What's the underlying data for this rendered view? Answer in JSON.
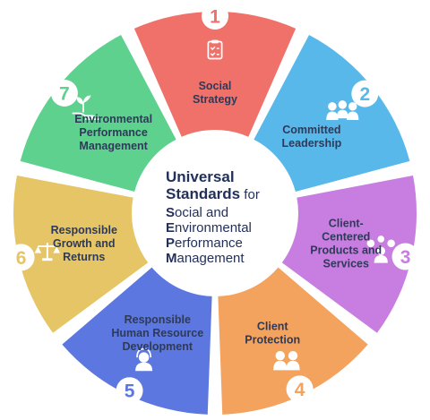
{
  "center": {
    "title_line1": "Universal",
    "title_line2": "Standards",
    "title_line2_suffix": " for",
    "sub_lines": [
      {
        "initial": "S",
        "rest": "ocial and"
      },
      {
        "initial": "E",
        "rest": "nvironmental"
      },
      {
        "initial": "P",
        "rest": "erformance"
      },
      {
        "initial": "M",
        "rest": "anagement"
      }
    ]
  },
  "segments": [
    {
      "number": "1",
      "lines": [
        "Social",
        "Strategy"
      ],
      "color": "#f0706a",
      "icon": "clipboard-checklist-icon"
    },
    {
      "number": "2",
      "lines": [
        "Committed",
        "Leadership"
      ],
      "color": "#59b8ea",
      "icon": "group-of-people-icon"
    },
    {
      "number": "3",
      "lines": [
        "Client-",
        "Centered",
        "Products and",
        "Services"
      ],
      "color": "#c77ee0",
      "icon": "client-with-money-bags-icon"
    },
    {
      "number": "4",
      "lines": [
        "Client",
        "Protection"
      ],
      "color": "#f4a35e",
      "icon": "two-people-icon"
    },
    {
      "number": "5",
      "lines": [
        "Responsible",
        "Human Resource",
        "Development"
      ],
      "color": "#5c78e0",
      "icon": "person-headset-icon"
    },
    {
      "number": "6",
      "lines": [
        "Responsible",
        "Growth and",
        "Returns"
      ],
      "color": "#e6c566",
      "icon": "balance-scale-icon"
    },
    {
      "number": "7",
      "lines": [
        "Environmental",
        "Performance",
        "Management"
      ],
      "color": "#5ed18f",
      "icon": "hand-with-plant-icon"
    }
  ]
}
